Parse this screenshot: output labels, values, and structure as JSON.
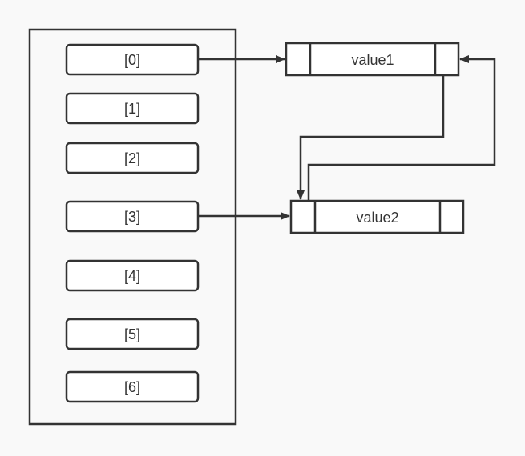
{
  "colors": {
    "background": "#f9f9f9",
    "stroke": "#333333",
    "fill": "#ffffff"
  },
  "array": {
    "slots": [
      "[0]",
      "[1]",
      "[2]",
      "[3]",
      "[4]",
      "[5]",
      "[6]"
    ]
  },
  "nodes": [
    {
      "id": "value1",
      "label": "value1"
    },
    {
      "id": "value2",
      "label": "value2"
    }
  ],
  "edges": [
    {
      "from": "[0]",
      "to": "value1"
    },
    {
      "from": "[3]",
      "to": "value2"
    },
    {
      "from": "value1",
      "to": "value2",
      "kind": "next"
    },
    {
      "from": "value2",
      "to": "value1",
      "kind": "prev"
    }
  ]
}
